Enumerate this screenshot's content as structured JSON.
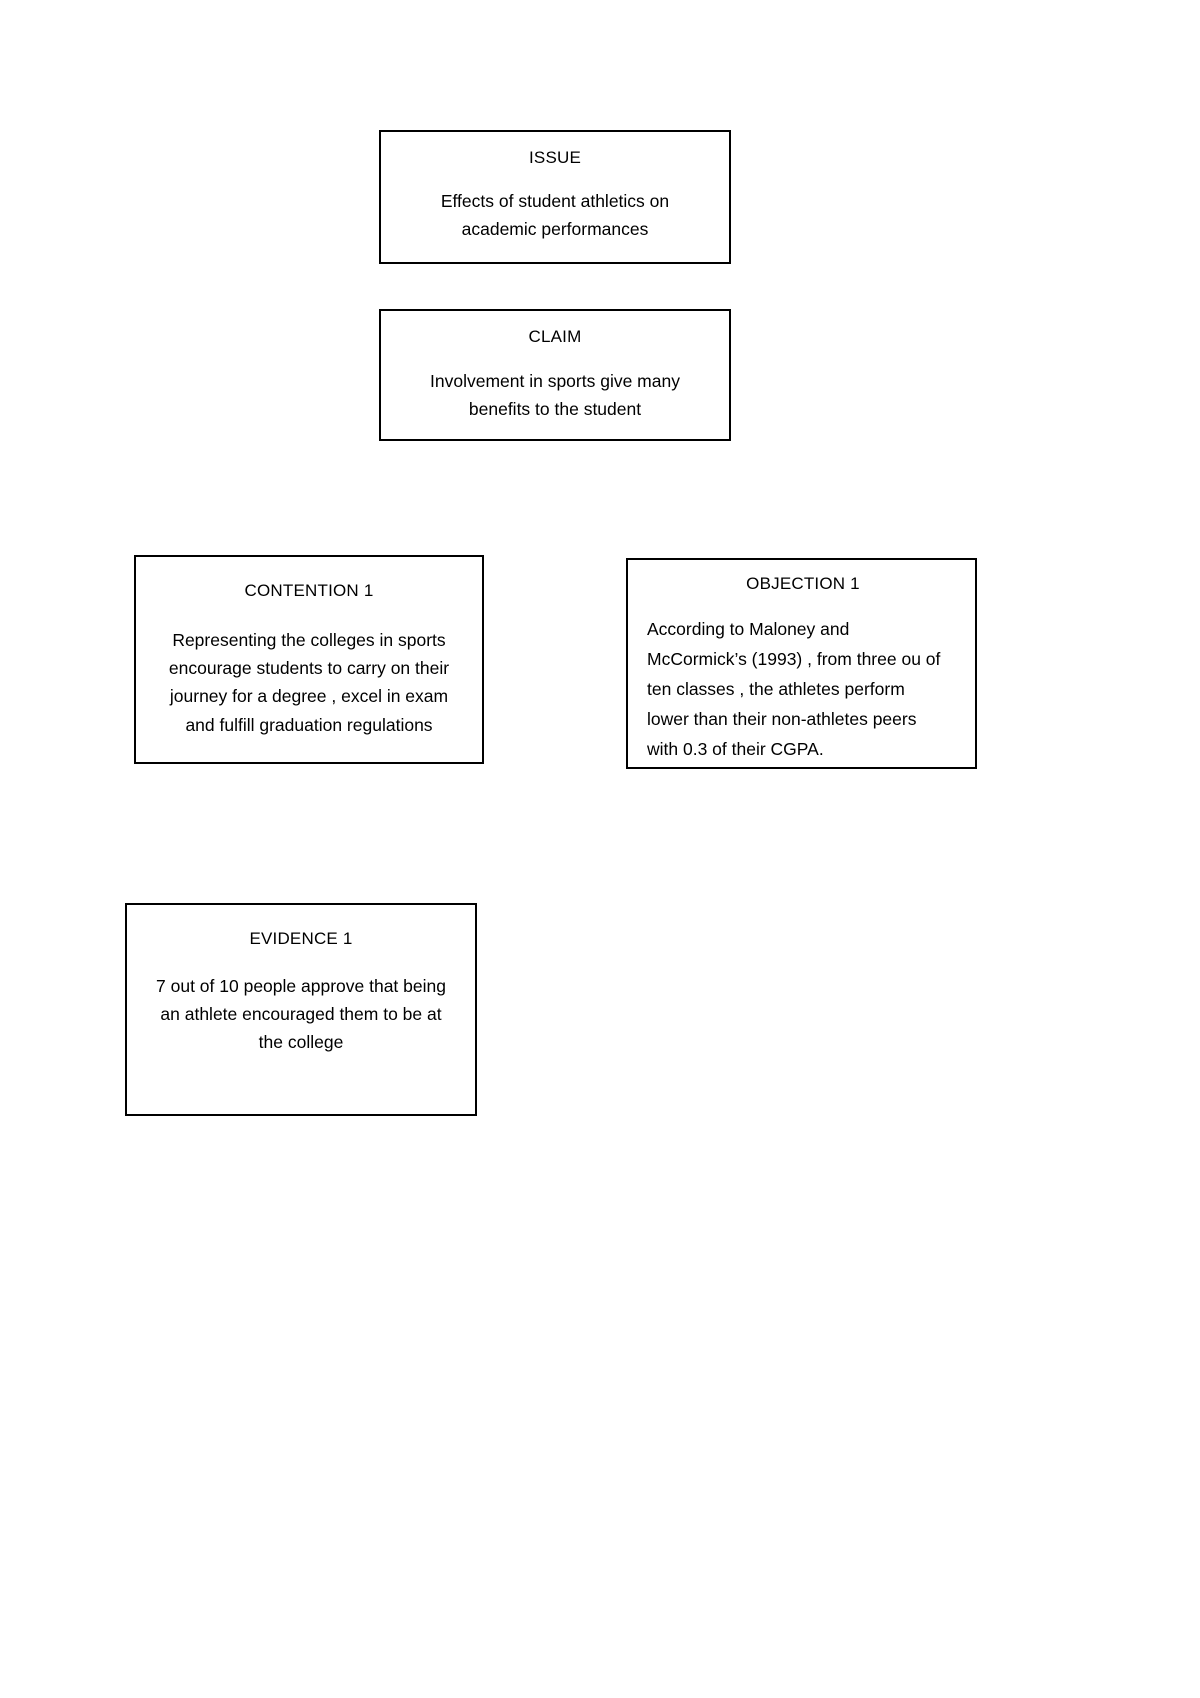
{
  "document": {
    "type": "argument-map",
    "background_color": "#ffffff",
    "text_color": "#000000",
    "border_color": "#000000"
  },
  "nodes": [
    {
      "id": "issue",
      "title": "ISSUE",
      "body": "Effects of student athletics on\nacademic performances",
      "align": "center"
    },
    {
      "id": "claim",
      "title": "CLAIM",
      "body": "Involvement in sports give many\nbenefits to the student",
      "align": "center"
    },
    {
      "id": "contention",
      "title": "CONTENTION 1",
      "body": "Representing the colleges in sports\nencourage students to carry on their\njourney for a degree , excel in exam\nand fulfill graduation regulations",
      "align": "center"
    },
    {
      "id": "objection",
      "title": "OBJECTION 1",
      "body": "According to Maloney and\nMcCormick’s (1993) , from three ou of\nten classes , the athletes perform\nlower than their non-athletes peers\nwith 0.3 of their CGPA.",
      "align": "left"
    },
    {
      "id": "evidence",
      "title": "EVIDENCE 1",
      "body": "7 out of 10 people approve that being\nan athlete encouraged them to be at\nthe college",
      "align": "center"
    }
  ]
}
